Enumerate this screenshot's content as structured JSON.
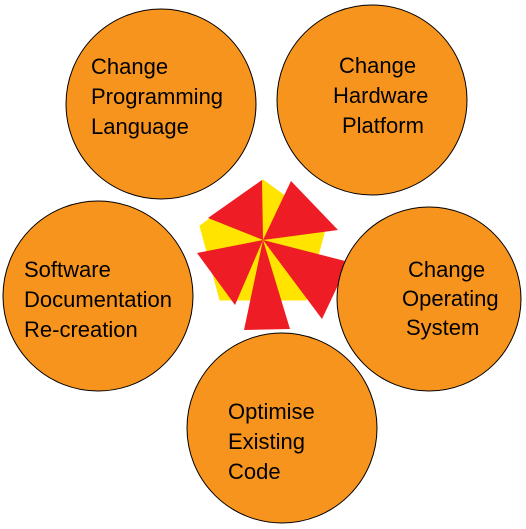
{
  "colors": {
    "circle_fill": "#F7941E",
    "circle_stroke": "#000000",
    "pentagon_fill": "#FFE400",
    "triangle_fill": "#EE1C25"
  },
  "nodes": [
    {
      "id": "change-programming-language",
      "lines": [
        "Change",
        "Programming",
        "Language"
      ]
    },
    {
      "id": "change-hardware-platform",
      "lines": [
        "Change",
        "Hardware",
        "Platform"
      ]
    },
    {
      "id": "software-documentation-recreation",
      "lines": [
        "Software",
        "Documentation",
        "Re-creation"
      ]
    },
    {
      "id": "change-operating-system",
      "lines": [
        "Change",
        "Operating",
        "System"
      ]
    },
    {
      "id": "optimise-existing-code",
      "lines": [
        "Optimise",
        "Existing",
        "Code"
      ]
    }
  ]
}
